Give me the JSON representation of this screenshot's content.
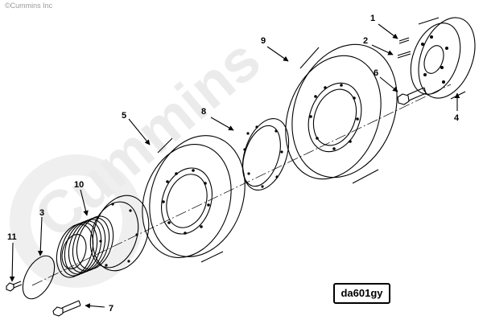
{
  "copyright": "©Cummins Inc",
  "watermark": "Cummins",
  "diagram_id": "da601gy",
  "callouts": [
    "1",
    "2",
    "3",
    "4",
    "5",
    "6",
    "7",
    "8",
    "9",
    "10",
    "11"
  ]
}
